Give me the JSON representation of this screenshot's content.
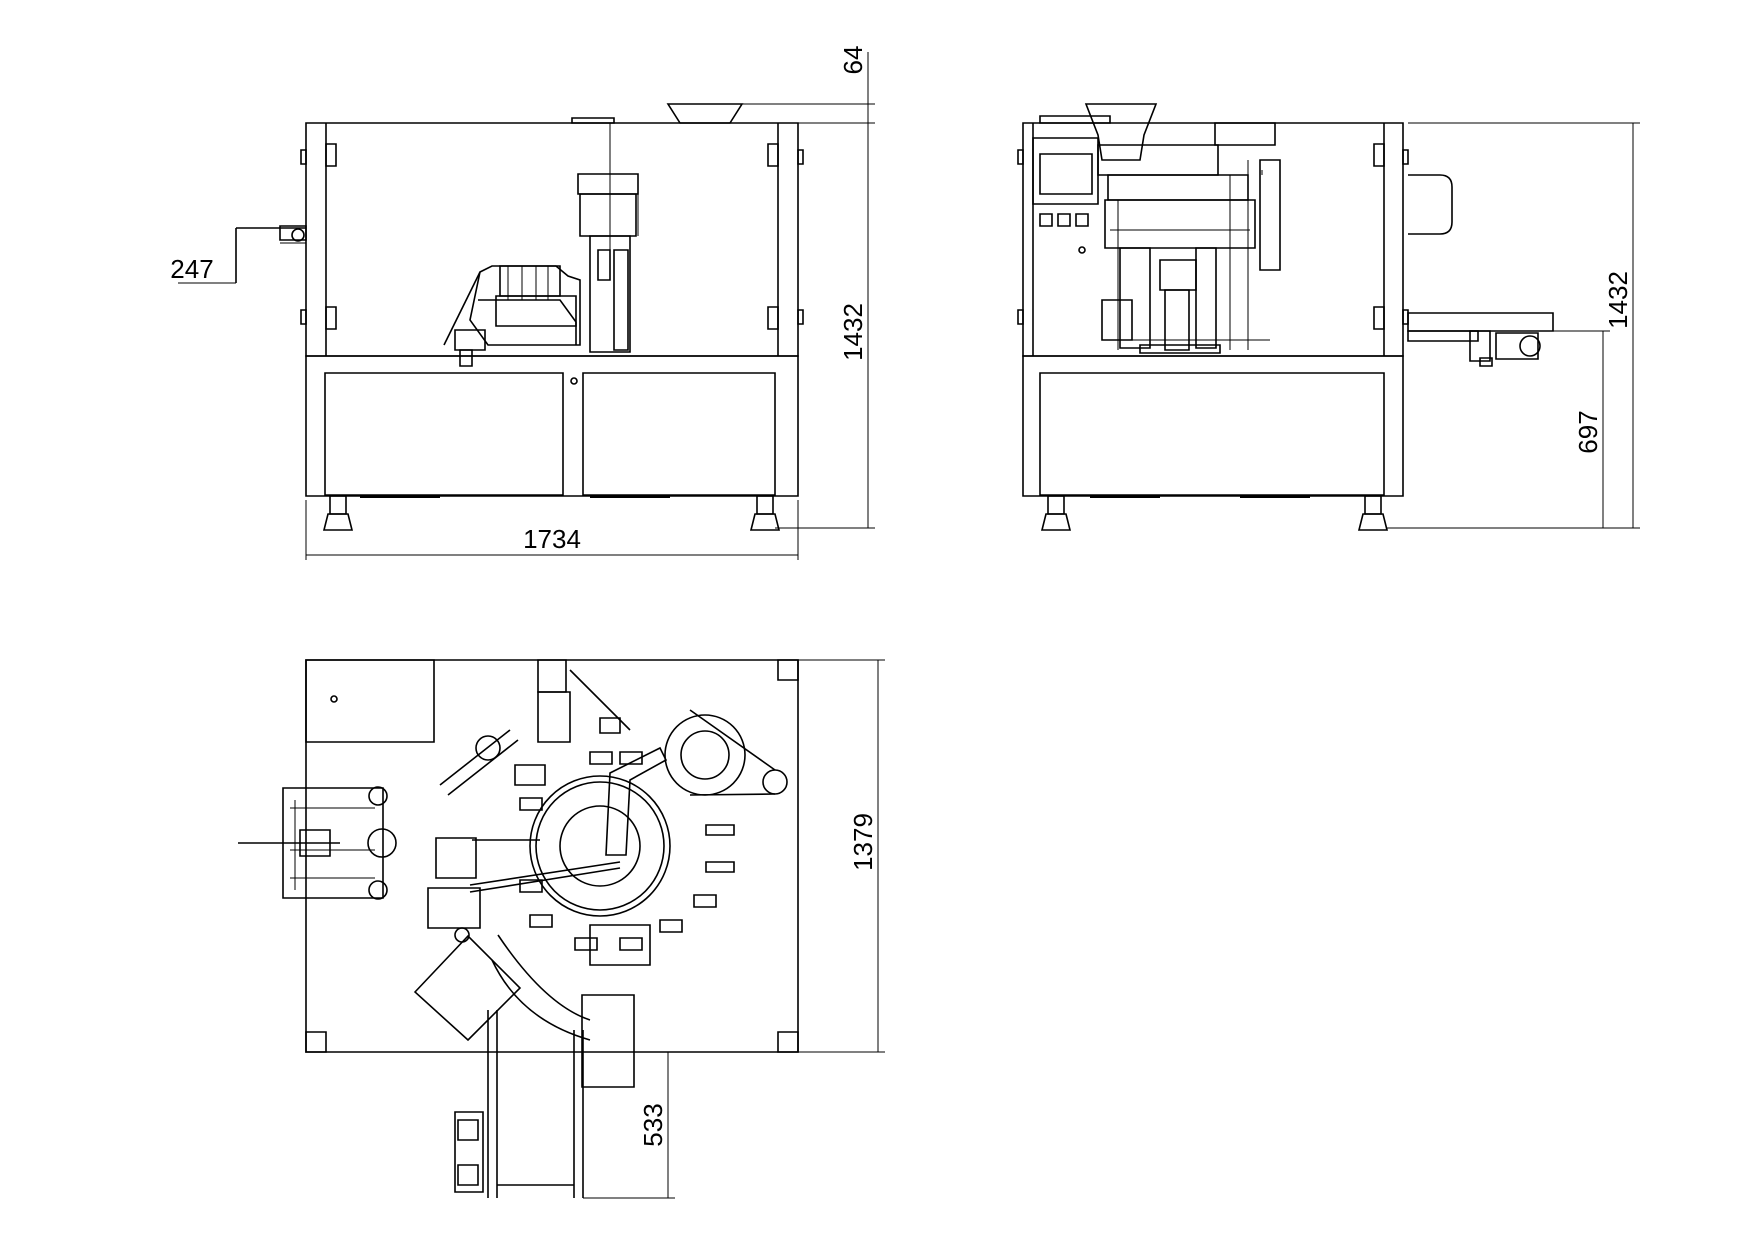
{
  "views": {
    "front": {
      "dimensions": {
        "overall_width": "1734",
        "total_height": "1432",
        "top_protrusion": "64",
        "left_protrusion": "247"
      }
    },
    "side": {
      "dimensions": {
        "total_height": "1432",
        "conveyor_height": "697"
      }
    },
    "top": {
      "dimensions": {
        "depth": "1379",
        "conveyor_extension": "533"
      }
    }
  }
}
